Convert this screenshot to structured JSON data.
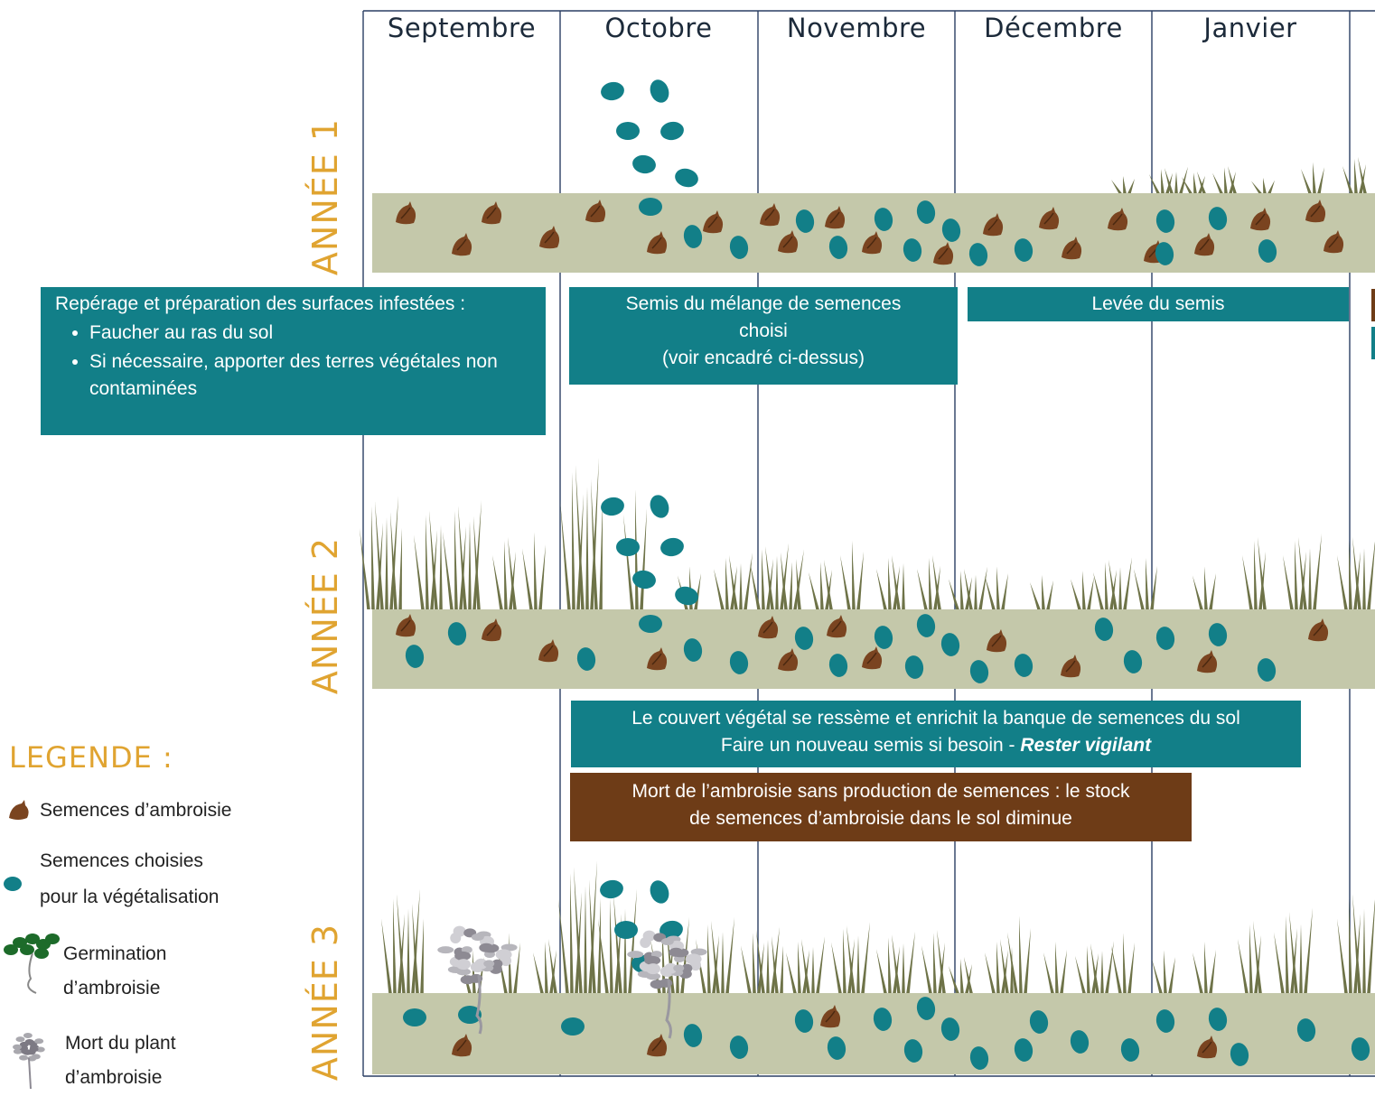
{
  "months": [
    "Septembre",
    "Octobre",
    "Novembre",
    "Décembre",
    "Janvier"
  ],
  "years": [
    "ANNÉE 1",
    "ANNÉE 2",
    "ANNÉE 3"
  ],
  "boxes": {
    "preparation": {
      "title": "Repérage et préparation des surfaces infestées :",
      "items": [
        "Faucher au ras du sol",
        "Si nécessaire, apporter des terres végétales non contaminées"
      ]
    },
    "semis": "Semis du mélange de semences choisi",
    "semis_note": "(voir encadré ci-dessus)",
    "levee": "Levée du semis",
    "couvert_line1": "Le couvert végétal se ressème et enrichit la banque de semences du sol",
    "couvert_line2": "Faire un nouveau semis si besoin - ",
    "couvert_emph": "Rester vigilant",
    "mort_line1": "Mort de l’ambroisie sans production de semences : le stock",
    "mort_line2": "de semences d’ambroisie dans le sol diminue"
  },
  "legend": {
    "title": "LEGENDE :",
    "ambrosia_seeds": "Semences d’ambroisie",
    "chosen_seeds_1": "Semences choisies",
    "chosen_seeds_2": "pour la végétalisation",
    "germination_1": "Germination",
    "germination_2": "d’ambroisie",
    "dead_plant_1": "Mort du plant",
    "dead_plant_2": "d’ambroisie"
  },
  "colors": {
    "teal_box": "#127f88",
    "brown_box": "#6e3c17",
    "soil": "#c4c8aa",
    "chosen_seed": "#127f88",
    "ambrosia_seed": "#7a4420",
    "grass": "#6e7348",
    "year_label": "#e0a431",
    "grid": "#2a3f63"
  }
}
